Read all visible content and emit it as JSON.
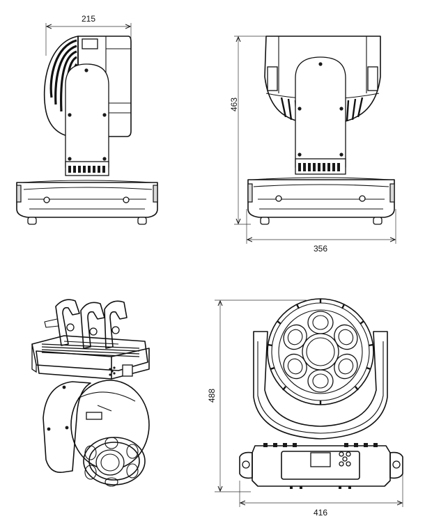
{
  "dimensions": {
    "side_width": "215",
    "front_height": "463",
    "front_width": "356",
    "bottom_height": "488",
    "bottom_width": "416"
  },
  "views": [
    "side-view",
    "front-view",
    "perspective-view",
    "lens-view"
  ]
}
